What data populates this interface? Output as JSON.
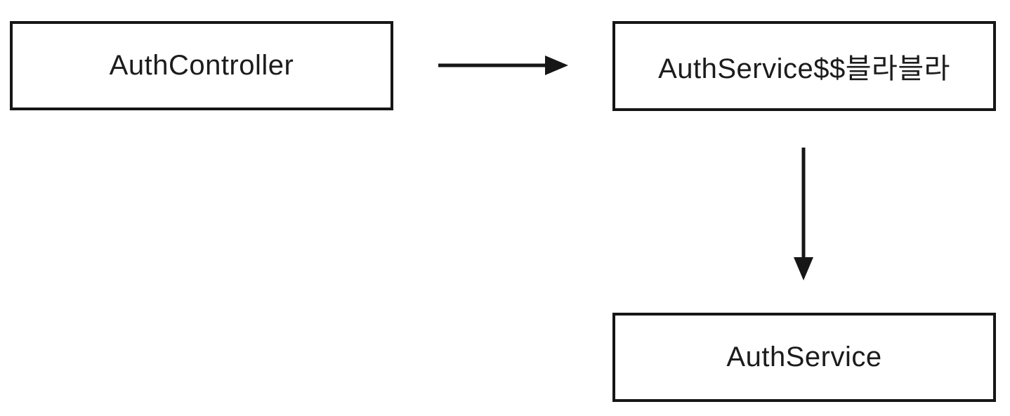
{
  "diagram": {
    "background_color": "#ffffff",
    "line_color": "#161616",
    "nodes": {
      "auth_controller": {
        "label": "AuthController"
      },
      "auth_service_blah": {
        "label": "AuthService$$블라블라"
      },
      "auth_service": {
        "label": "AuthService"
      }
    },
    "edges": [
      {
        "from": "auth_controller",
        "to": "auth_service_blah",
        "direction": "right"
      },
      {
        "from": "auth_service_blah",
        "to": "auth_service",
        "direction": "down"
      }
    ]
  }
}
